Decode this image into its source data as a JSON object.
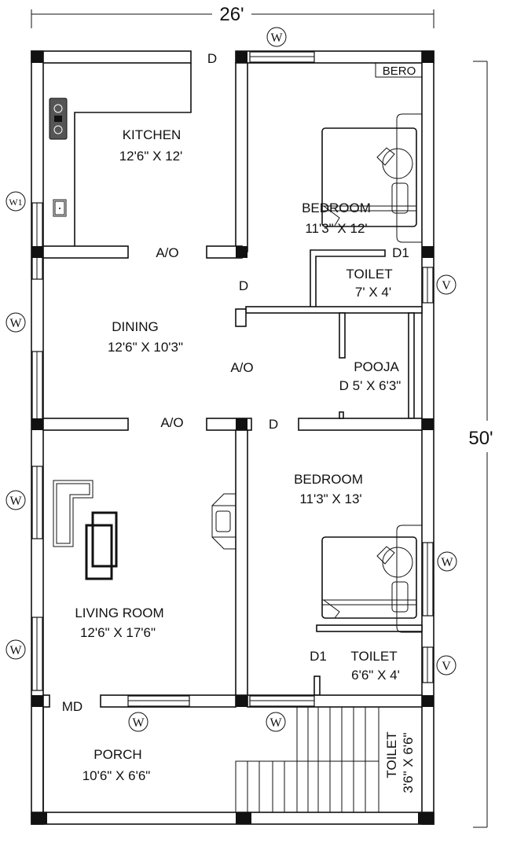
{
  "dimensions": {
    "width": "26'",
    "length": "50'"
  },
  "rooms": {
    "kitchen": {
      "name": "KITCHEN",
      "size": "12'6\" X 12'"
    },
    "bedroom1": {
      "name": "BEDROOM",
      "size": "11'3\" X 12'"
    },
    "toilet1": {
      "name": "TOILET",
      "size": "7' X 4'"
    },
    "dining": {
      "name": "DINING",
      "size": "12'6\" X 10'3\""
    },
    "pooja": {
      "name": "POOJA",
      "size": "D 5' X 6'3\""
    },
    "bedroom2": {
      "name": "BEDROOM",
      "size": "11'3\" X 13'"
    },
    "living": {
      "name": "LIVING ROOM",
      "size": "12'6\" X 17'6\""
    },
    "toilet2": {
      "name": "TOILET",
      "size": "6'6\" X 4'"
    },
    "porch": {
      "name": "PORCH",
      "size": "10'6\" X 6'6\""
    },
    "toilet3": {
      "name": "TOILET",
      "size": "3'6\" X 6'6\""
    }
  },
  "openings": {
    "d_kitchen": "D",
    "ao_kitchen": "A/O",
    "d1_toilet1": "D1",
    "d_bedroom1": "D",
    "ao_dining": "A/O",
    "ao_living": "A/O",
    "d_bedroom2": "D",
    "d1_toilet2": "D1",
    "md": "MD"
  },
  "furniture": {
    "bero": "BERO"
  },
  "window_tags": {
    "w_top": "W",
    "w1_kitchen": "W1",
    "w_dining": "W",
    "w_living1": "W",
    "w_living2": "W",
    "v_toilet1": "V",
    "w_bedroom2": "W",
    "v_toilet2": "V",
    "w_porch1": "W",
    "w_porch2": "W"
  }
}
